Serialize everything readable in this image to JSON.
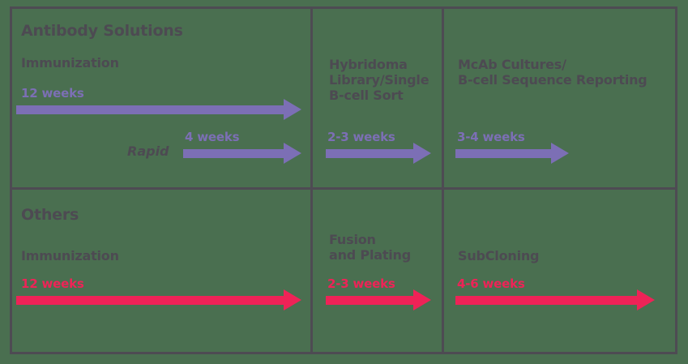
{
  "diagram": {
    "title_hidden": "",
    "colors": {
      "background": "#4a6f50",
      "frame": "#4e4b53",
      "text": "#4d4a52",
      "purple": "#7c6fb5",
      "pink": "#ee2357"
    }
  },
  "rows": [
    {
      "id": "antibody-solutions",
      "label": "Antibody Solutions",
      "accent": "#7c6fb5",
      "cells": [
        {
          "id": "immunization",
          "title": "Immunization",
          "tracks": [
            {
              "id": "standard",
              "duration": "12 weeks",
              "note": ""
            },
            {
              "id": "rapid",
              "duration": "4 weeks",
              "note": "Rapid"
            }
          ]
        },
        {
          "id": "hybridoma-library-single-bcell-sort",
          "title": "Hybridoma\nLibrary/Single\nB-cell Sort",
          "tracks": [
            {
              "id": "standard",
              "duration": "2-3 weeks",
              "note": ""
            }
          ]
        },
        {
          "id": "mcab-cultures-bcell-sequence-reporting",
          "title": "McAb Cultures/\nB-cell Sequence Reporting",
          "tracks": [
            {
              "id": "standard",
              "duration": "3-4 weeks",
              "note": ""
            }
          ]
        }
      ]
    },
    {
      "id": "others",
      "label": "Others",
      "accent": "#ee2357",
      "cells": [
        {
          "id": "immunization",
          "title": "Immunization",
          "tracks": [
            {
              "id": "standard",
              "duration": "12 weeks",
              "note": ""
            }
          ]
        },
        {
          "id": "fusion-and-plating",
          "title": "Fusion\nand Plating",
          "tracks": [
            {
              "id": "standard",
              "duration": "2-3 weeks",
              "note": ""
            }
          ]
        },
        {
          "id": "subcloning",
          "title": "SubCloning",
          "tracks": [
            {
              "id": "standard",
              "duration": "4-6 weeks",
              "note": ""
            }
          ]
        }
      ]
    }
  ]
}
